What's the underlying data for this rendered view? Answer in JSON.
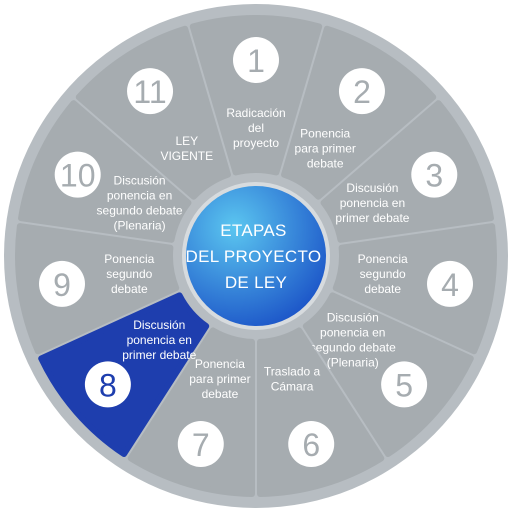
{
  "center": {
    "lines": [
      "ETAPAS",
      "DEL PROYECTO",
      "DE LEY"
    ]
  },
  "colors": {
    "ring": "#b7bdc2",
    "segment": "#a6acb0",
    "segment_active": "#1e3eae",
    "number_circle_active": "#ffffff",
    "number_text_active": "#1e3eae",
    "number_text": "#a6acb0",
    "center_light": "#5bc6f0",
    "center_dark": "#1c55c8"
  },
  "stages": [
    {
      "number": "1",
      "lines": [
        "Radicación",
        "del",
        "proyecto"
      ],
      "active": false
    },
    {
      "number": "2",
      "lines": [
        "Ponencia",
        "para primer",
        "debate"
      ],
      "active": false
    },
    {
      "number": "3",
      "lines": [
        "Discusión",
        "ponencia en",
        "primer debate"
      ],
      "active": false
    },
    {
      "number": "4",
      "lines": [
        "Ponencia",
        "segundo",
        "debate"
      ],
      "active": false
    },
    {
      "number": "5",
      "lines": [
        "Discusión",
        "ponencia en",
        "segundo debate",
        "(Plenaria)"
      ],
      "active": false
    },
    {
      "number": "6",
      "lines": [
        "Traslado a",
        "Cámara"
      ],
      "active": false
    },
    {
      "number": "7",
      "lines": [
        "Ponencia",
        "para primer",
        "debate"
      ],
      "active": false
    },
    {
      "number": "8",
      "lines": [
        "Discusión",
        "ponencia en",
        "primer debate"
      ],
      "active": true
    },
    {
      "number": "9",
      "lines": [
        "Ponencia",
        "segundo",
        "debate"
      ],
      "active": false
    },
    {
      "number": "10",
      "lines": [
        "Discusión",
        "ponencia en",
        "segundo debate",
        "(Plenaria)"
      ],
      "active": false
    },
    {
      "number": "11",
      "lines": [
        "LEY",
        "VIGENTE"
      ],
      "active": false
    }
  ]
}
